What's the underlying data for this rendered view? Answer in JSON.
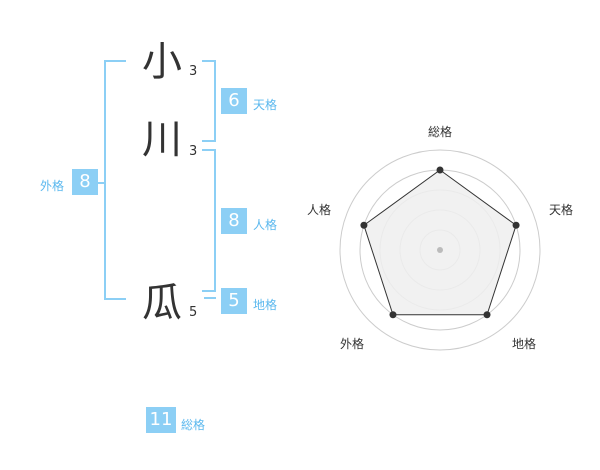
{
  "name": {
    "chars": [
      {
        "char": "小",
        "strokes": "3"
      },
      {
        "char": "川",
        "strokes": "3"
      },
      {
        "char": "瓜",
        "strokes": "5"
      }
    ]
  },
  "scores": {
    "tenkaku": {
      "value": "6",
      "label": "天格"
    },
    "jinkaku": {
      "value": "8",
      "label": "人格"
    },
    "chikaku": {
      "value": "5",
      "label": "地格"
    },
    "gaikaku": {
      "value": "8",
      "label": "外格"
    },
    "soukaku": {
      "value": "11",
      "label": "総格"
    }
  },
  "chart_data": {
    "type": "radar",
    "axes": [
      "総格",
      "天格",
      "地格",
      "外格",
      "人格"
    ],
    "values": [
      4,
      4,
      4,
      4,
      4
    ],
    "max": 5,
    "rings": 5
  },
  "colors": {
    "accent": "#8ccff5",
    "accent_text": "#5bb8ee",
    "text": "#333333",
    "radar_fill": "#eeeeee",
    "radar_line": "#333333",
    "grid": "#cccccc"
  }
}
